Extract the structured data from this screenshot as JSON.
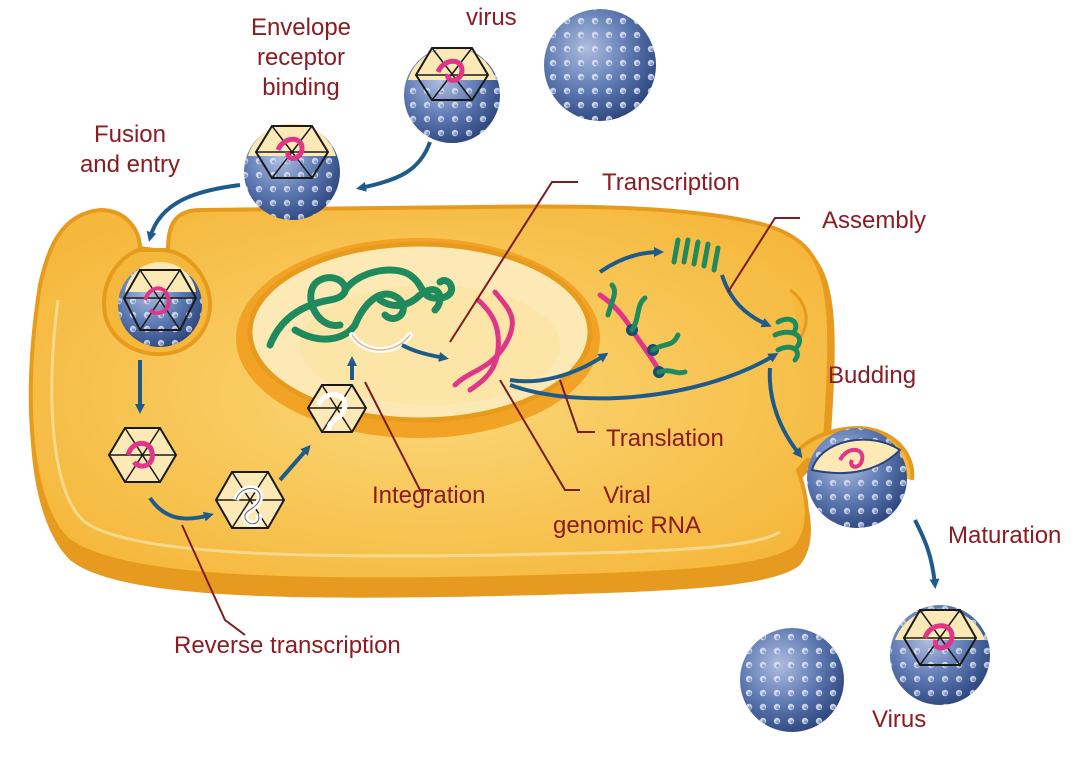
{
  "labels": {
    "virus_top": "virus",
    "envelope_1": "Envelope",
    "envelope_2": "receptor",
    "envelope_3": "binding",
    "fusion_1": "Fusion",
    "fusion_2": "and entry",
    "transcription": "Transcription",
    "assembly": "Assembly",
    "budding": "Budding",
    "translation": "Translation",
    "integration": "Integration",
    "viral_1": "Viral",
    "viral_2": "genomic RNA",
    "maturation": "Maturation",
    "reverse_transcription": "Reverse transcription",
    "virus_bottom": "Virus"
  },
  "colors": {
    "label": "#8a1c22",
    "arrow": "#1f5b8a",
    "cell_fill": "#f9c348",
    "cell_edge": "#e79b1c",
    "nucleus": "#fde9b5",
    "virus": "#4d6da6",
    "dna": "#1f8a5e",
    "rna": "#e0368a"
  }
}
